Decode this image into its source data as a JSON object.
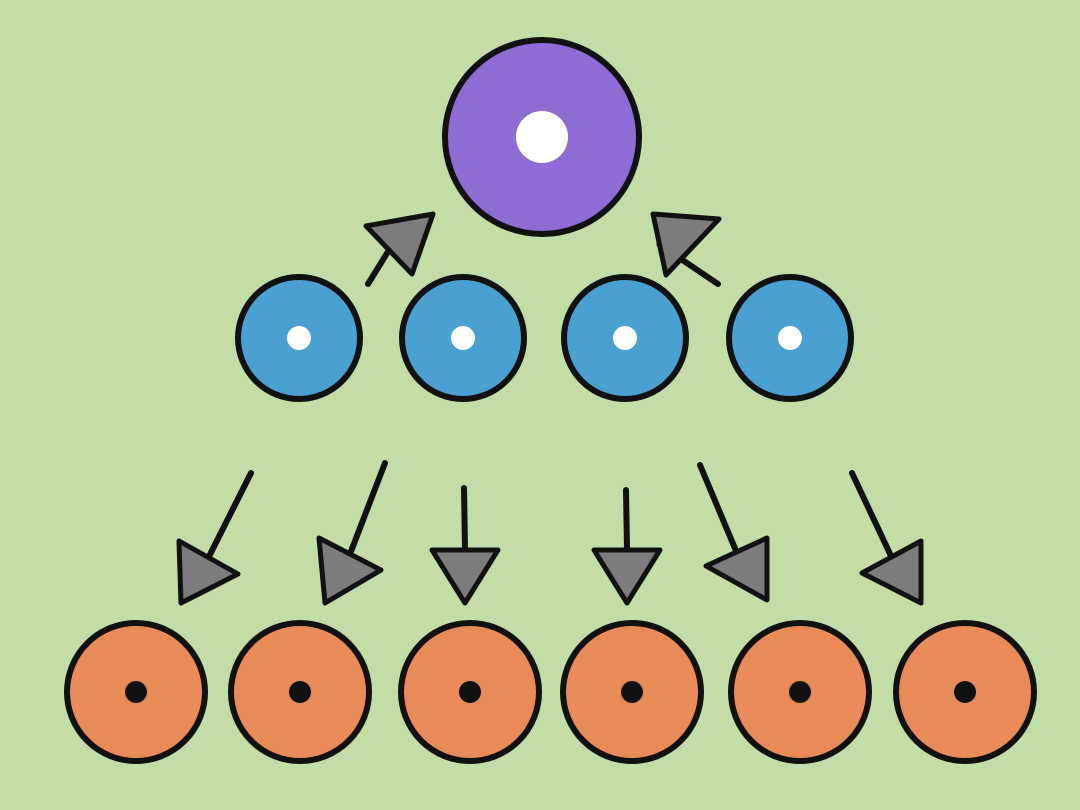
{
  "colors": {
    "background": "#c2dda6",
    "top_node": "#8f6bd4",
    "middle_node": "#4aa0d0",
    "bottom_node": "#e88b58",
    "arrow_fill": "#7c7c7c",
    "outline": "#111111",
    "center_dot_light": "#ffffff",
    "center_dot_dark": "#111111"
  },
  "levels": [
    {
      "name": "top",
      "node_count": 1,
      "dot": "light"
    },
    {
      "name": "middle",
      "node_count": 4,
      "dot": "light"
    },
    {
      "name": "bottom",
      "node_count": 6,
      "dot": "dark"
    }
  ],
  "arrows": [
    {
      "group": "upward",
      "from": "middle",
      "count": 2,
      "points_to": "top"
    },
    {
      "group": "downward",
      "from": "middle",
      "count": 6,
      "points_to": "bottom"
    }
  ]
}
